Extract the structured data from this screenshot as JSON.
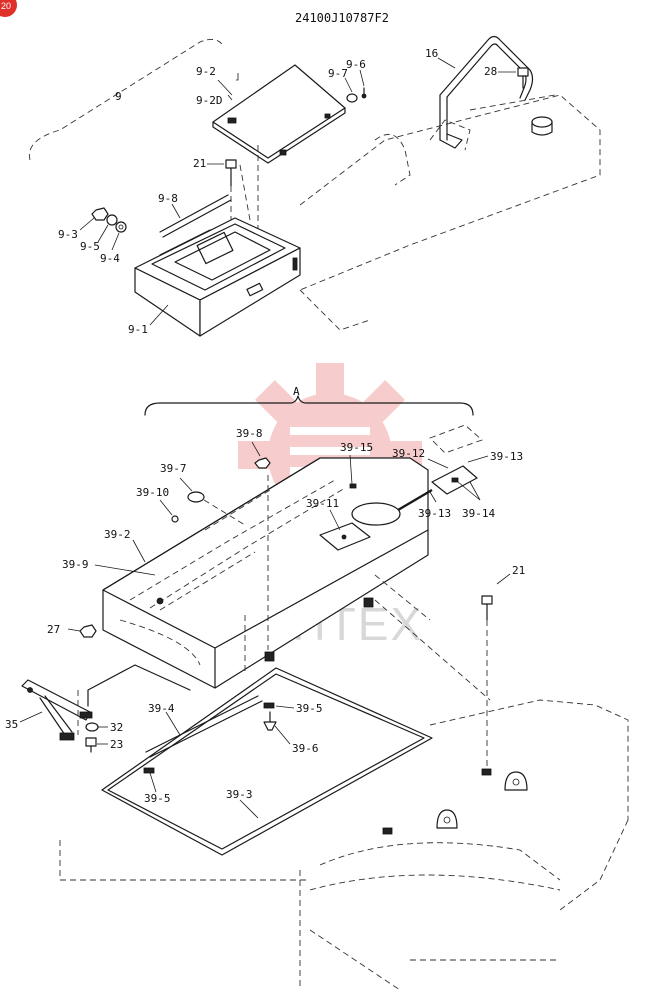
{
  "drawing_number": "24100J10787F2",
  "corner_badge": "20",
  "watermark_text": "VIHTEX",
  "group_labels": {
    "upper": "9",
    "lower": "A"
  },
  "part_labels": {
    "p16": "16",
    "p28": "28",
    "p9_2": "9-2",
    "p9_2D": "9-2D",
    "p9_7": "9-7",
    "p9_6": "9-6",
    "p21a": "21",
    "p9_8": "9-8",
    "p9_3": "9-3",
    "p9_5": "9-5",
    "p9_4": "9-4",
    "p9_1": "9-1",
    "p39_8": "39-8",
    "p39_15": "39-15",
    "p39_12": "39-12",
    "p39_13a": "39-13",
    "p39_7": "39-7",
    "p39_10": "39-10",
    "p39_11": "39-11",
    "p39_13b": "39-13",
    "p39_14": "39-14",
    "p39_2": "39-2",
    "p39_9": "39-9",
    "p21b": "21",
    "p27": "27",
    "p35": "35",
    "p32": "32",
    "p23": "23",
    "p39_4": "39-4",
    "p39_5a": "39-5",
    "p39_6": "39-6",
    "p39_5b": "39-5",
    "p39_3": "39-3"
  },
  "colors": {
    "line": "#1a1a1a",
    "watermark": "#f2a3a3",
    "badge": "#e0302a"
  }
}
